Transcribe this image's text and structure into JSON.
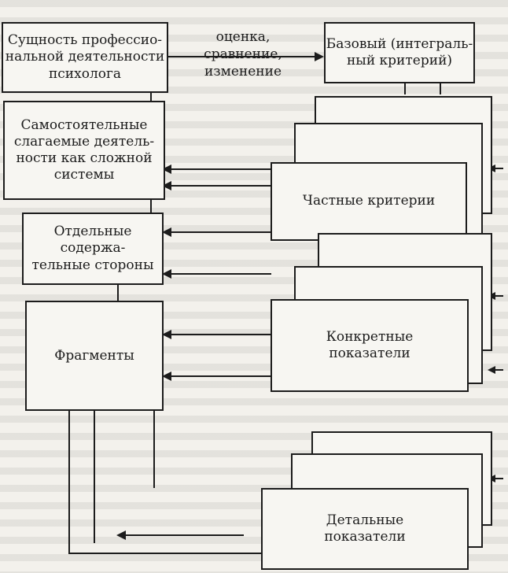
{
  "diagram": {
    "left_column": {
      "essence": "Сущность профессио-\nнальной деятельности\nпсихолога",
      "independent": "Самостоятельные\nслагаемые деятель-\nности как сложной\nсистемы",
      "aspects": "Отдельные содержа-\nтельные стороны",
      "fragments": "Фрагменты"
    },
    "right_column": {
      "base_criterion": "Базовый (интеграль-\nный критерий)",
      "partial_criteria": "Частные критерии",
      "concrete_indicators": "Конкретные\nпоказатели",
      "detailed_indicators": "Детальные\nпоказатели"
    },
    "arrow_label": "оценка,\nсравнение,\nизменение"
  }
}
